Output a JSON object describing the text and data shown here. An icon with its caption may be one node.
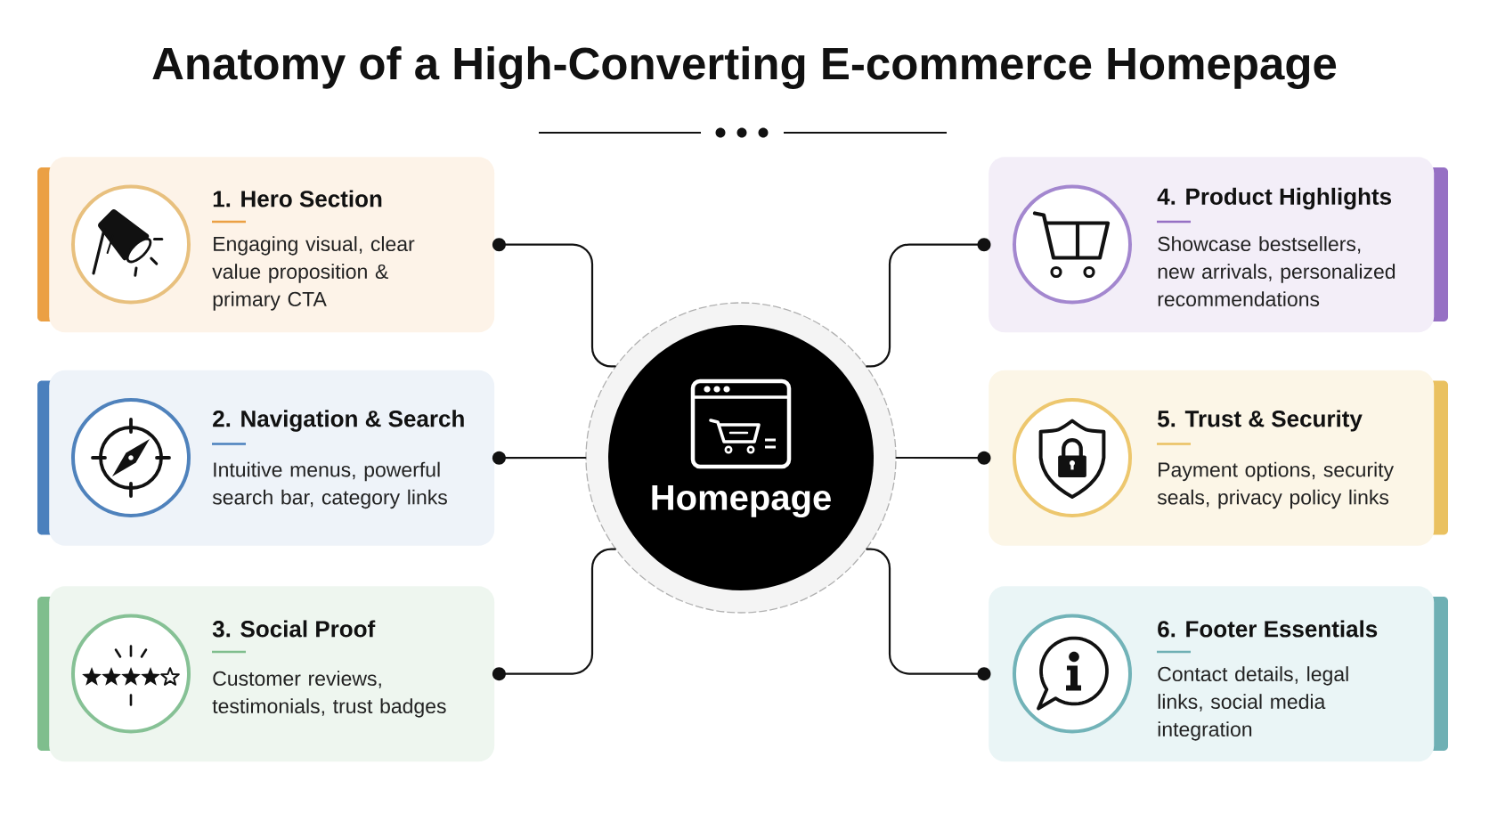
{
  "diagram": {
    "title": "Anatomy of a High-Converting E-commerce Homepage",
    "nodes": [
      {
        "text": [
          "1. Hero Section",
          "Engaging visual, clear value proposition & primary CTA"
        ]
      },
      {
        "text": [
          "2. Navigation & Search",
          "Intuitive menus, powerful search bar, category links"
        ]
      },
      {
        "text": [
          "3. Social Proof",
          "Customer reviews, testimonials, trust badges"
        ]
      },
      {
        "text": [
          "Homepage"
        ]
      },
      {
        "text": [
          "4. Product Highlights",
          "Showcase bestsellers, new arrivals, personalized recommendations"
        ]
      },
      {
        "text": [
          "5. Trust & Security",
          "Payment options, security seals, privacy policy links"
        ]
      },
      {
        "text": [
          "6. Footer Essentials",
          "Contact details, legal links, social media integration"
        ]
      }
    ],
    "edges": [
      {
        "from": 0,
        "to": 3,
        "arrow": "other"
      },
      {
        "from": 1,
        "to": 3,
        "arrow": "other"
      },
      {
        "from": 2,
        "to": 3,
        "arrow": "other"
      },
      {
        "from": 4,
        "to": 3,
        "arrow": "other"
      },
      {
        "from": 5,
        "to": 3,
        "arrow": "other"
      },
      {
        "from": 6,
        "to": 3,
        "arrow": "other"
      }
    ]
  }
}
